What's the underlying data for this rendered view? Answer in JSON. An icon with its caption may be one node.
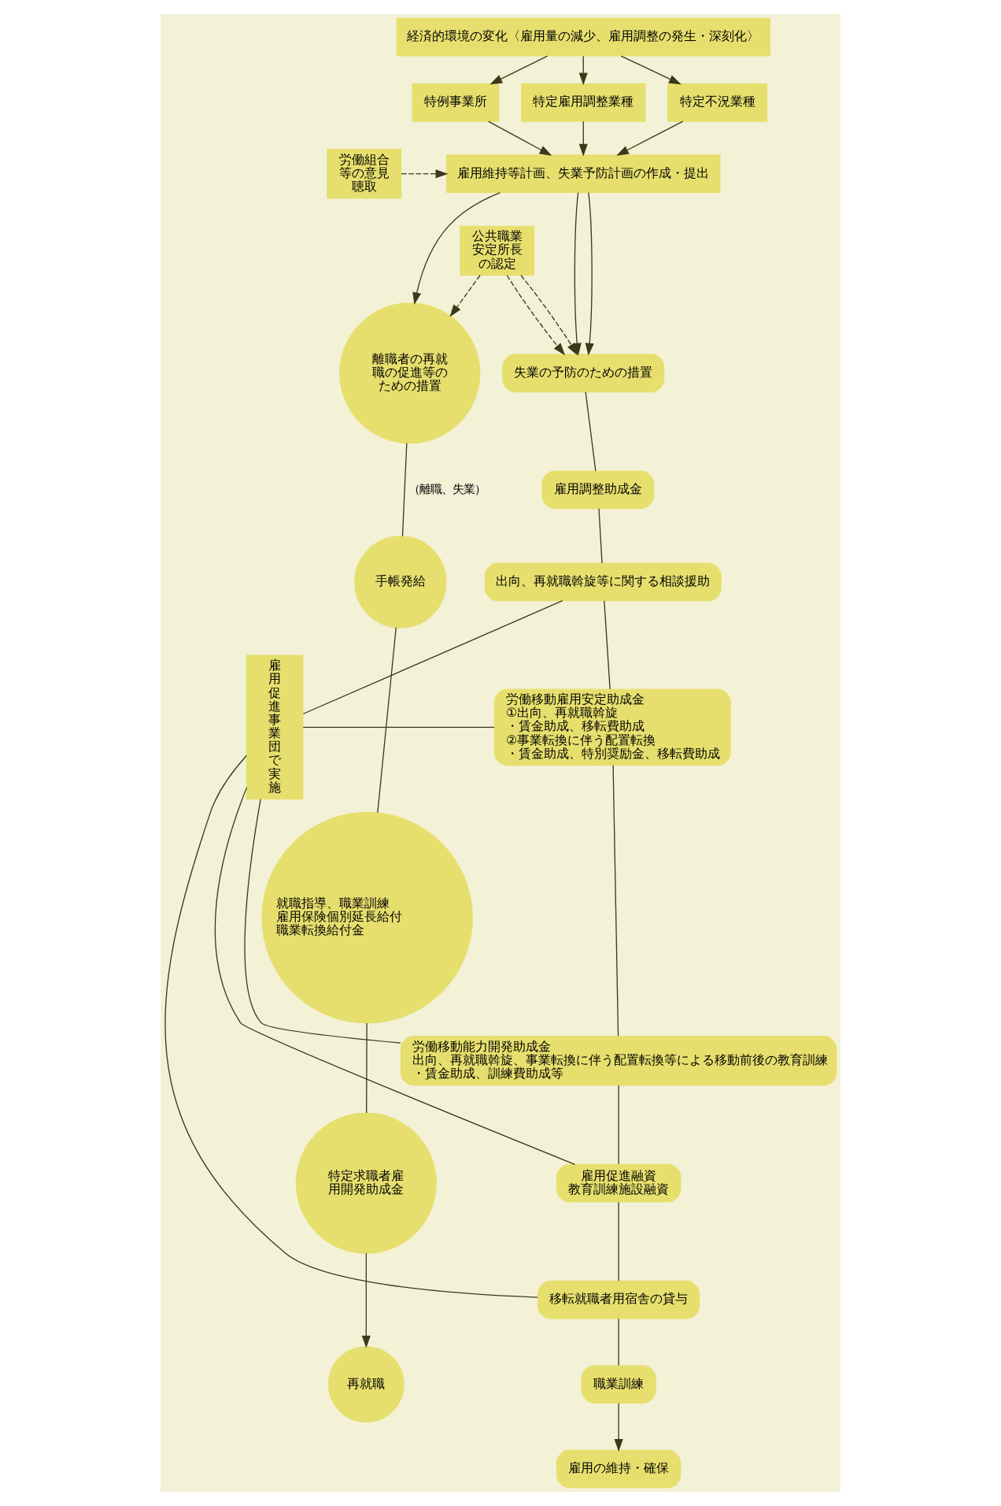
{
  "diagram": {
    "nodes": [
      {
        "text": [
          "経済的環境の変化〈雇用量の減少、雇用調整の発生・深刻化〉"
        ]
      },
      {
        "text": [
          "特例事業所"
        ]
      },
      {
        "text": [
          "特定雇用調整業種"
        ]
      },
      {
        "text": [
          "特定不況業種"
        ]
      },
      {
        "text": [
          "労働組合等の意見聴取"
        ]
      },
      {
        "text": [
          "雇用維持等計画、失業予防計画の作成・提出"
        ]
      },
      {
        "text": [
          "公共職業安定所長の認定"
        ]
      },
      {
        "text": [
          "失業の予防のための措置"
        ]
      },
      {
        "text": [
          "離職者の再就職の促進等のための措置"
        ]
      },
      {
        "text": [
          "雇用調整助成金"
        ]
      },
      {
        "text": [
          "雇用促進事業団で実施"
        ]
      },
      {
        "text": [
          "出向、再就職斡旋等に関する相談援助"
        ]
      },
      {
        "text": [
          "労働移動雇用安定助成金",
          "①出向、再就職斡旋",
          "・賃金助成、移転費助成",
          "②事業転換に伴う配置転換",
          "・賃金助成、特別奨励金、移転費助成"
        ]
      },
      {
        "text": [
          "労働移動能力開発助成金",
          "出向、再就職斡旋、事業転換に伴う配置転換等による移動前後の教育訓練",
          "・賃金助成、訓練費助成等"
        ]
      },
      {
        "text": [
          "雇用促進融資",
          "教育訓練施設融資"
        ]
      },
      {
        "text": [
          "移転就職者用宿舎の貸与"
        ]
      },
      {
        "text": [
          "職業訓練"
        ]
      },
      {
        "text": [
          "雇用の維持・確保"
        ]
      },
      {
        "text": [
          "手帳発給"
        ]
      },
      {
        "text": [
          "就職指導、職業訓練",
          "雇用保険個別延長給付",
          "職業転換給付金"
        ]
      },
      {
        "text": [
          "特定求職者雇用開発助成金"
        ]
      },
      {
        "text": [
          "再就職"
        ]
      }
    ],
    "edges": [
      {
        "from": 0,
        "to": 1,
        "arrow": "to"
      },
      {
        "from": 0,
        "to": 2,
        "arrow": "to"
      },
      {
        "from": 0,
        "to": 3,
        "arrow": "to"
      },
      {
        "from": 1,
        "to": 5,
        "arrow": "to"
      },
      {
        "from": 2,
        "to": 5,
        "arrow": "to"
      },
      {
        "from": 3,
        "to": 5,
        "arrow": "to"
      },
      {
        "from": 4,
        "to": 5,
        "arrow": "to",
        "style": "dashed"
      },
      {
        "from": 5,
        "to": 7,
        "arrow": "to"
      },
      {
        "from": 5,
        "to": 7,
        "arrow": "to"
      },
      {
        "from": 5,
        "to": 8,
        "arrow": "to"
      },
      {
        "from": 6,
        "to": 7,
        "arrow": "to",
        "style": "dashed"
      },
      {
        "from": 6,
        "to": 7,
        "arrow": "to",
        "style": "dashed"
      },
      {
        "from": 6,
        "to": 8,
        "arrow": "to",
        "style": "dashed"
      },
      {
        "from": 7,
        "to": 9,
        "arrow": "none"
      },
      {
        "from": 9,
        "to": 11,
        "arrow": "none"
      },
      {
        "from": 11,
        "to": 12,
        "arrow": "none"
      },
      {
        "from": 12,
        "to": 13,
        "arrow": "none"
      },
      {
        "from": 13,
        "to": 14,
        "arrow": "none"
      },
      {
        "from": 14,
        "to": 15,
        "arrow": "none"
      },
      {
        "from": 15,
        "to": 16,
        "arrow": "none"
      },
      {
        "from": 16,
        "to": 17,
        "arrow": "to"
      },
      {
        "from": 10,
        "to": 11,
        "arrow": "none"
      },
      {
        "from": 10,
        "to": 12,
        "arrow": "none"
      },
      {
        "from": 10,
        "to": 13,
        "arrow": "none"
      },
      {
        "from": 10,
        "to": 14,
        "arrow": "none"
      },
      {
        "from": 10,
        "to": 15,
        "arrow": "none"
      },
      {
        "from": 8,
        "to": 18,
        "arrow": "none",
        "label": "（離職、失業）"
      },
      {
        "from": 18,
        "to": 19,
        "arrow": "none"
      },
      {
        "from": 19,
        "to": 20,
        "arrow": "none"
      },
      {
        "from": 20,
        "to": 21,
        "arrow": "to"
      }
    ]
  }
}
